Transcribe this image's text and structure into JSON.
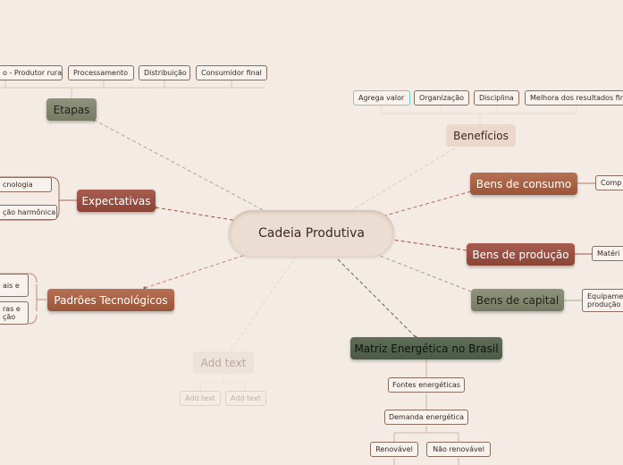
{
  "central": {
    "label": "Cadeia Produtiva"
  },
  "etapas": {
    "label": "Etapas",
    "items": [
      "o - Produtor rural",
      "Processamento",
      "Distribuição",
      "Consumidor final"
    ]
  },
  "beneficios": {
    "label": "Benefícios",
    "items": [
      "Agrega valor",
      "Organização",
      "Disciplina",
      "Melhora dos resultados fina"
    ]
  },
  "expectativas": {
    "label": "Expectativas",
    "items": [
      "cnologia",
      "ção harmônica"
    ]
  },
  "padroes": {
    "label": "Padrões Tecnológicos",
    "items": [
      {
        "line1": "ais e",
        "line2": ""
      },
      {
        "line1": "ras e",
        "line2": "ção"
      }
    ]
  },
  "bens_consumo": {
    "label": "Bens de consumo",
    "items": [
      "Comp"
    ]
  },
  "bens_producao": {
    "label": "Bens de produção",
    "items": [
      "Matéri"
    ]
  },
  "bens_capital": {
    "label": "Bens de capital",
    "items": [
      {
        "line1": "Equipame",
        "line2": "produção"
      }
    ]
  },
  "add_text": {
    "label": "Add text",
    "items": [
      "Add text",
      "Add text"
    ]
  },
  "matriz": {
    "label": "Matriz Energética no Brasil",
    "fontes": "Fontes energéticas",
    "demanda": "Demanda energética",
    "renovavel": "Renovável",
    "nao_renovavel": "Não renovável"
  },
  "colors": {
    "background": "#f3ebe4",
    "grey_node": "#8a8e77",
    "copper_node": "#ac6448",
    "dark_red_node": "#9c5244",
    "dark_green_node": "#566550",
    "connector": "#a97563"
  }
}
